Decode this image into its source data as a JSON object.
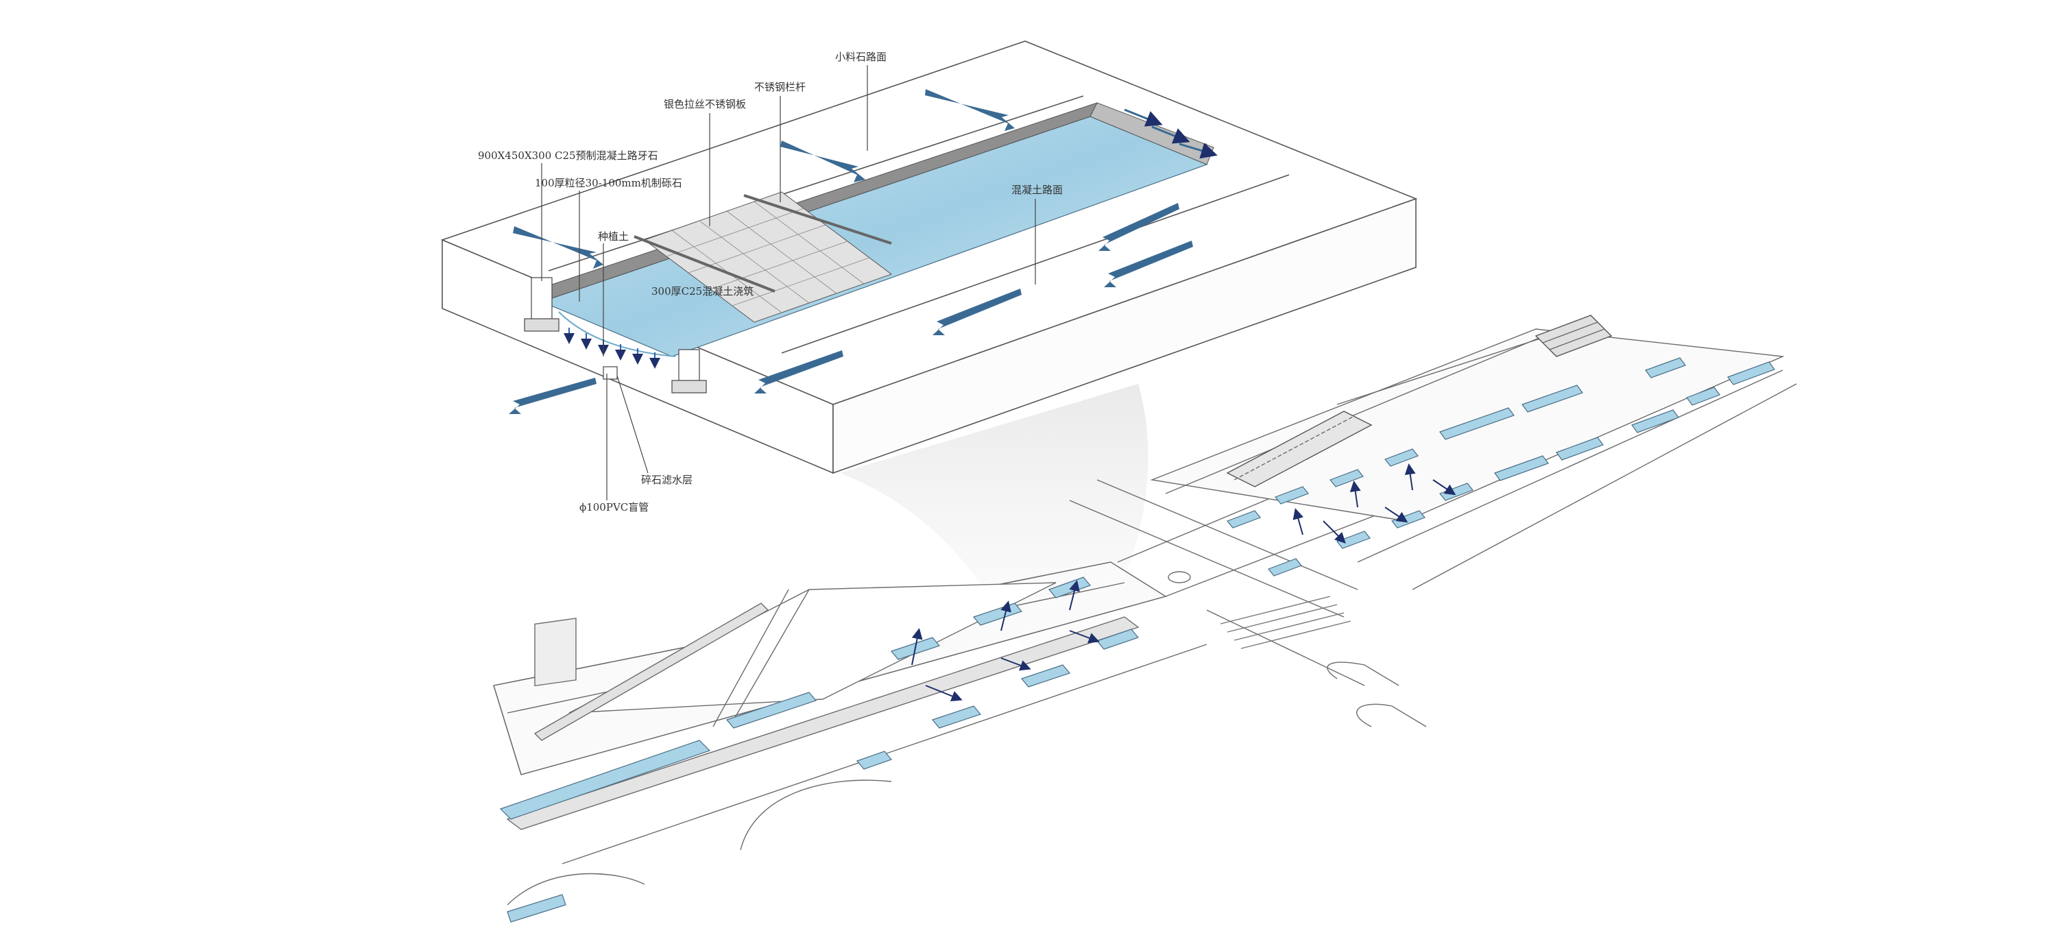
{
  "section_labels": {
    "crushed_stone_paving": "小料石路面",
    "stainless_railing": "不锈钢栏杆",
    "brushed_steel_plate": "银色拉丝不锈钢板",
    "precast_curb": "900X450X300 C25预制混凝土路牙石",
    "gravel_layer": "100厚粒径30-100mm机制砾石",
    "planting_soil": "种植土",
    "concrete_pavement": "混凝土路面",
    "concrete_pour": "300厚C25混凝土浇筑",
    "gravel_filter": "碎石滤水层",
    "pvc_pipe": "ϕ100PVC盲管"
  },
  "colors": {
    "water_fill": "#a9d3e6",
    "water_dark": "#79b2cf",
    "flow_arrow": "#3a6a93",
    "drain_arrow": "#2f5fb0",
    "line": "#555555"
  },
  "icons": {
    "flow": "flow-arrow-icon",
    "seepage": "seepage-arrow-icon"
  }
}
